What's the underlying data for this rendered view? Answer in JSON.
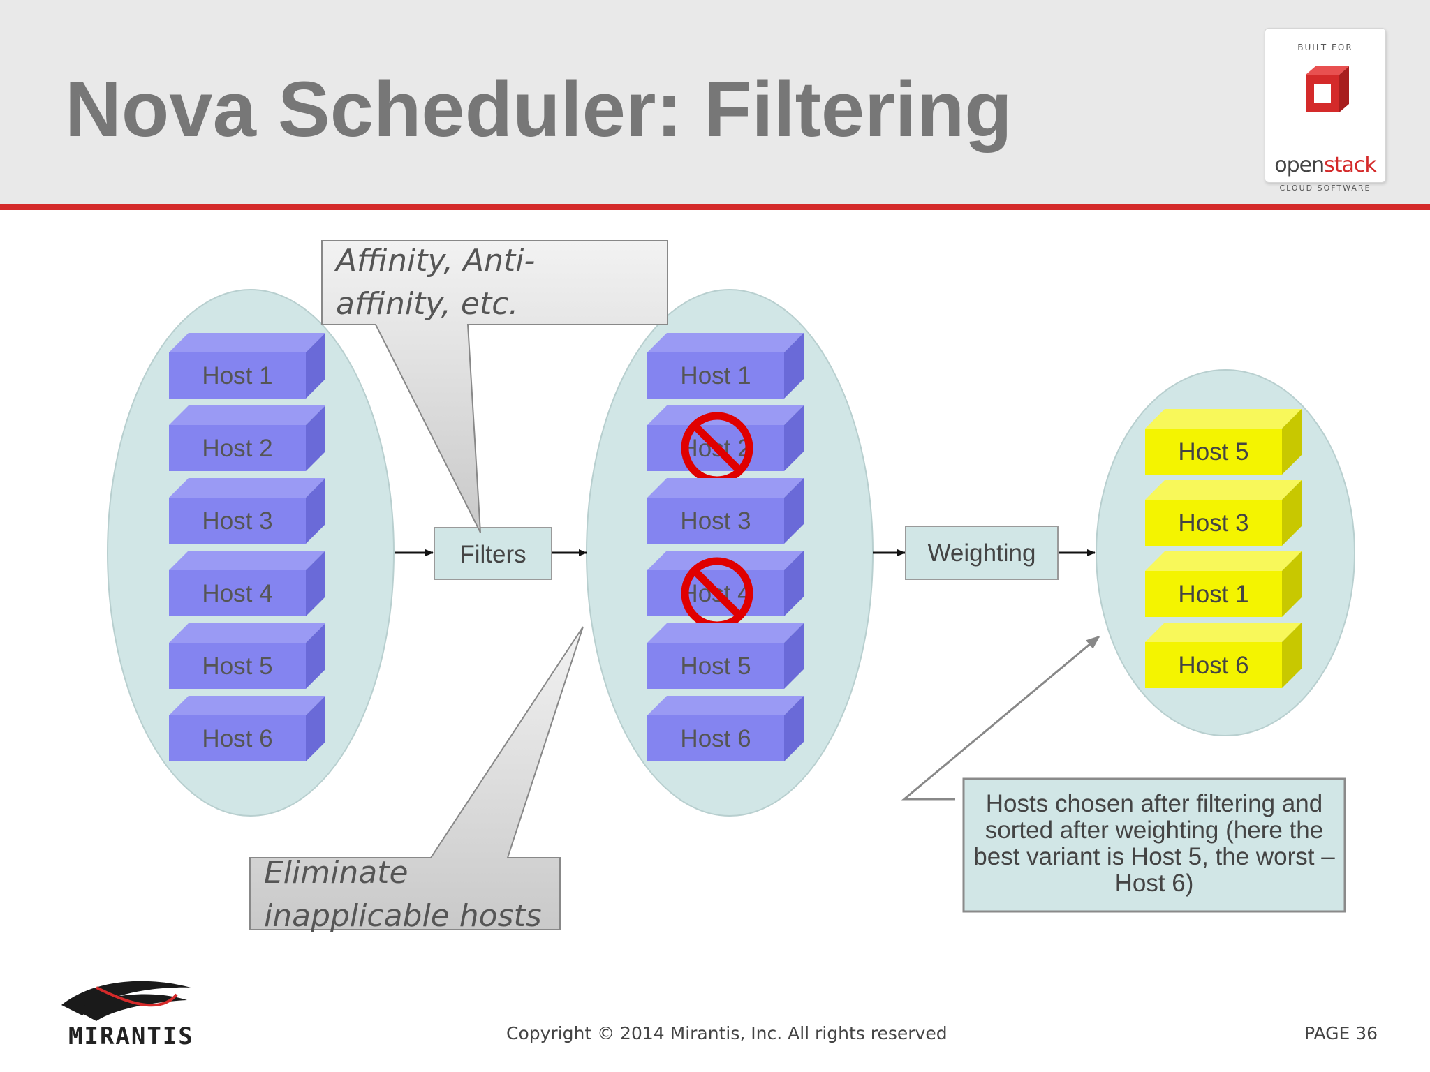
{
  "title": "Nova Scheduler: Filtering",
  "logo": {
    "top_text": "BUILT FOR",
    "word_a": "open",
    "word_b": "stack",
    "bottom_text": "CLOUD SOFTWARE"
  },
  "colors": {
    "accent_red": "#d42a2a",
    "ellipse_fill": "#d1e6e6",
    "host_fill": "#8484f0",
    "chosen_host_fill": "#f4f400"
  },
  "diagram": {
    "all_hosts": [
      "Host 1",
      "Host 2",
      "Host 3",
      "Host 4",
      "Host 5",
      "Host 6"
    ],
    "filtered_hosts": [
      {
        "label": "Host 1",
        "eliminated": false
      },
      {
        "label": "Host 2",
        "eliminated": true
      },
      {
        "label": "Host 3",
        "eliminated": false
      },
      {
        "label": "Host 4",
        "eliminated": true
      },
      {
        "label": "Host 5",
        "eliminated": false
      },
      {
        "label": "Host 6",
        "eliminated": false
      }
    ],
    "chosen_hosts": [
      "Host 5",
      "Host 3",
      "Host 1",
      "Host 6"
    ],
    "filters_label": "Filters",
    "weighting_label": "Weighting",
    "callout_affinity": "Affinity, Anti-affinity, etc.",
    "callout_eliminate": "Eliminate inapplicable hosts",
    "callout_chosen": "Hosts chosen after filtering and sorted after weighting (here the best variant is Host 5, the worst – Host 6)"
  },
  "footer": {
    "company": "MIRANTIS",
    "copyright": "Copyright © 2014 Mirantis, Inc. All rights reserved",
    "page": "PAGE 36"
  }
}
